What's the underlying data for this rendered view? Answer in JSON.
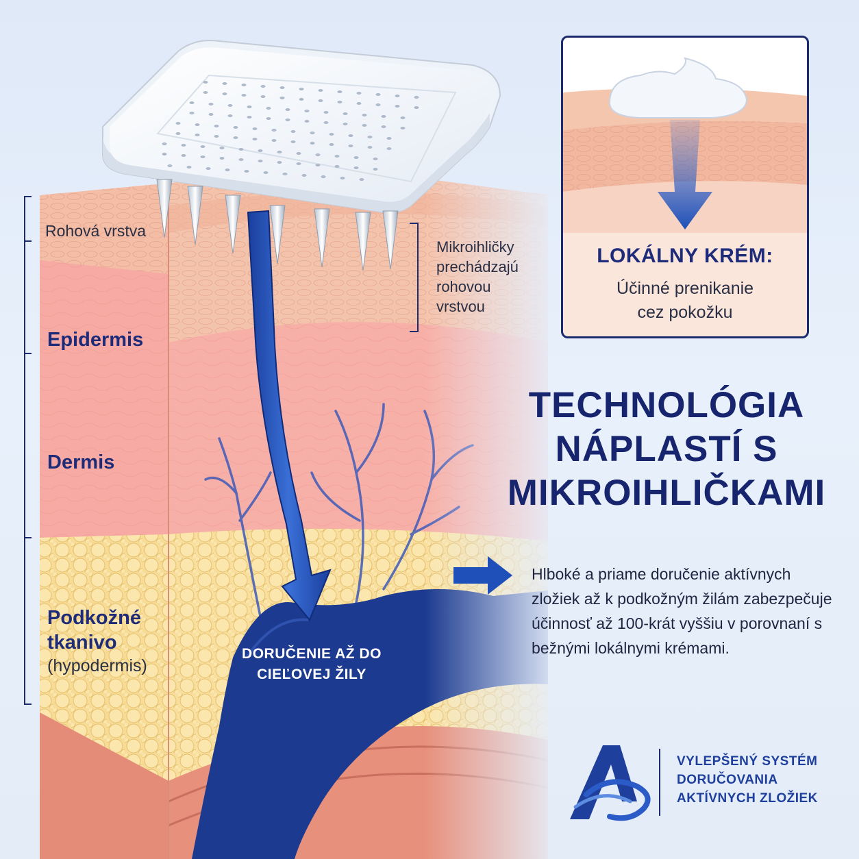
{
  "layers": {
    "stratum": "Rohová vrstva",
    "epidermis": "Epidermis",
    "dermis": "Dermis",
    "hypo_main": "Podkožné tkanivo",
    "hypo_sub": "(hypodermis)"
  },
  "needle_note": "Mikroihličky prechádzajú rohovou vrstvou",
  "vein_label": "DORUČENIE AŽ DO CIEĽOVEJ ŽILY",
  "inset": {
    "title": "LOKÁLNY KRÉM:",
    "body": "Účinné prenikanie cez pokožku"
  },
  "title": "TECHNOLÓGIA NÁPLASTÍ S MIKROIHLIČKAMI",
  "description": "Hlboké a priame doručenie aktívnych zložiek až k podkožným žilám zabezpečuje účinnosť až 100-krát vyššiu v porovnaní s bežnými lokálnymi krémami.",
  "brand": {
    "text": "VYLEPŠENÝ SYSTÉM DORUČOVANIA AKTÍVNYCH ZLOŽIEK"
  },
  "colors": {
    "navy": "#1d2b78",
    "accent_blue": "#1f4fb8",
    "epidermis": "#f3bfa9",
    "dermis": "#f6a8a2",
    "fat": "#f7dc97",
    "vein": "#1c3a8f"
  }
}
